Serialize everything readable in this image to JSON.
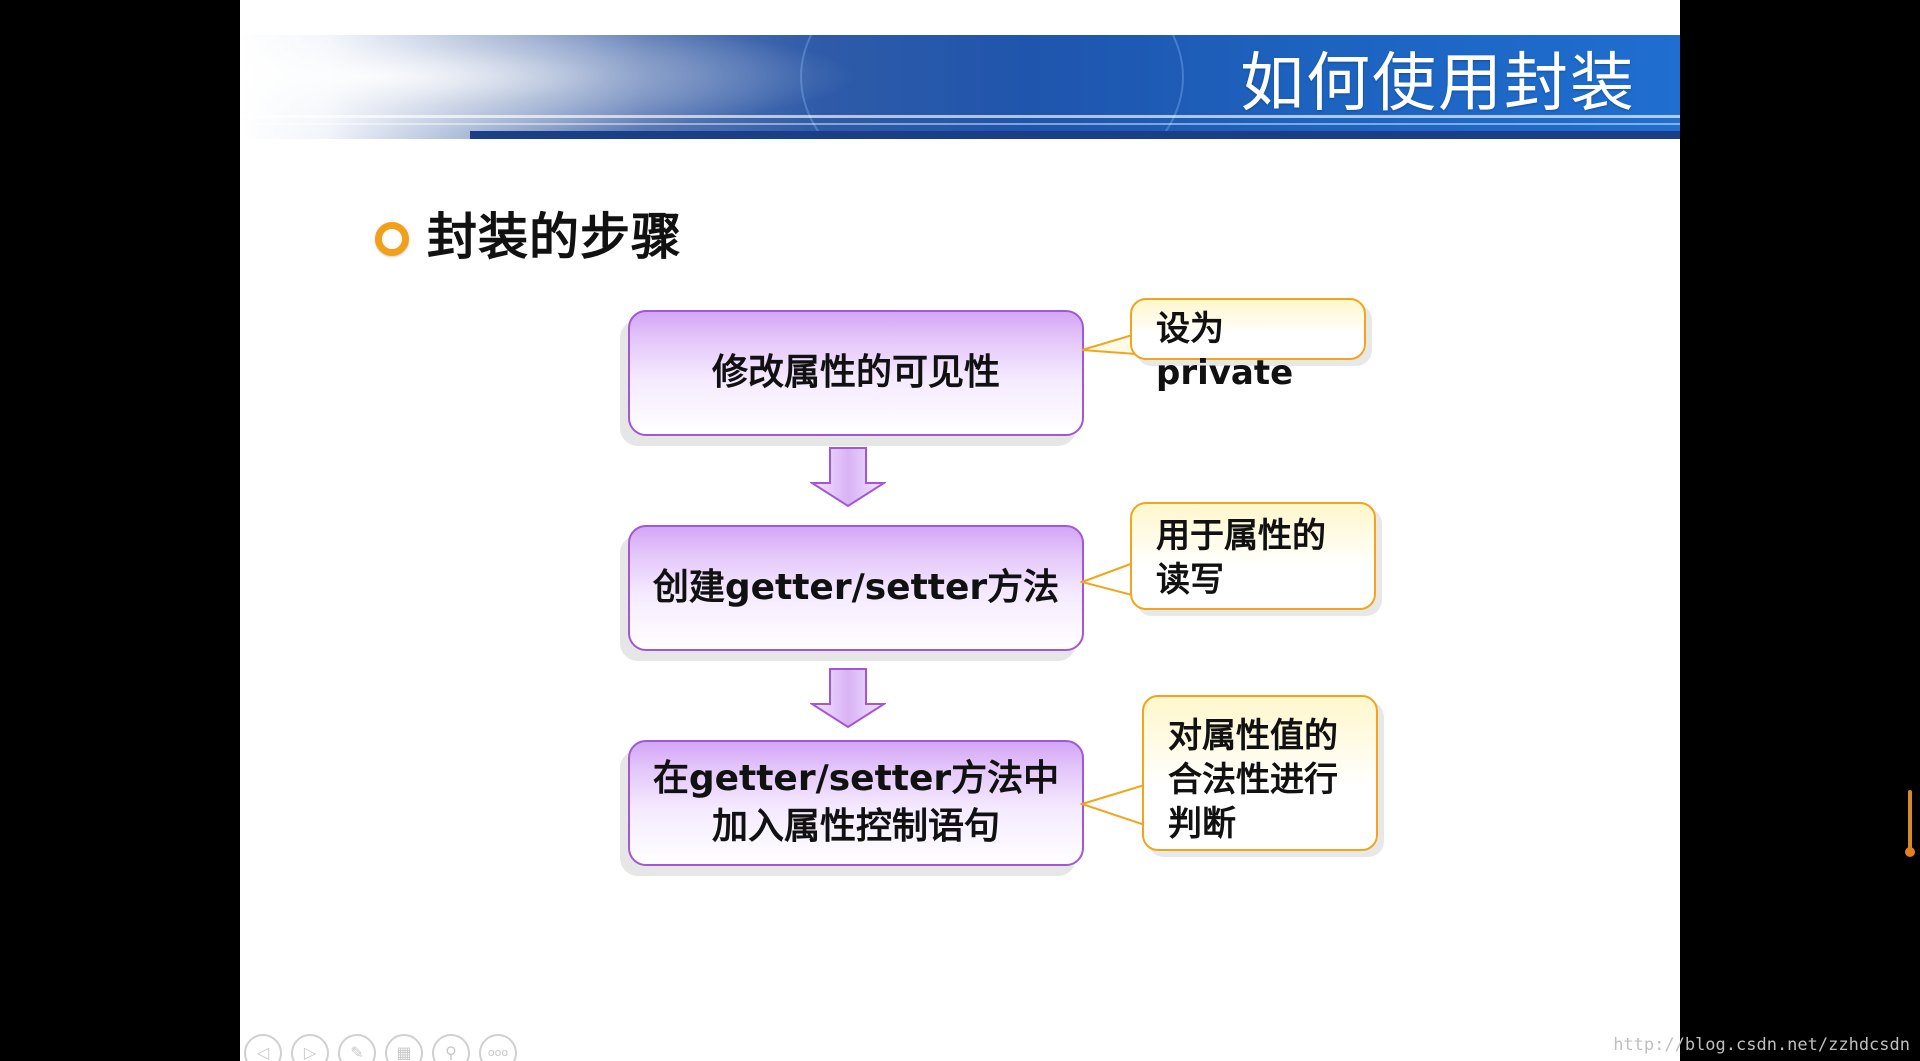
{
  "header": {
    "title": "如何使用封装"
  },
  "section": {
    "title": "封装的步骤"
  },
  "steps": [
    {
      "label": "修改属性的可见性"
    },
    {
      "label": "创建getter/setter方法"
    },
    {
      "line1": "在getter/setter方法中",
      "line2": "加入属性控制语句"
    }
  ],
  "callouts": [
    {
      "text": "设为private"
    },
    {
      "line1": "用于属性的",
      "line2": "读写"
    },
    {
      "line1": "对属性值的",
      "line2": "合法性进行",
      "line3": "判断"
    }
  ],
  "nav": {
    "prev_icon": "◁",
    "next_icon": "▷",
    "pen_icon": "✎",
    "grid_icon": "▦",
    "zoom_icon": "⚲",
    "more_icon": "ooo"
  },
  "watermark": "http://blog.csdn.net/zzhdcsdn",
  "colors": {
    "banner_blue": "#1f55ad",
    "step_border": "#a257d6",
    "callout_border": "#f2a51c",
    "bullet": "#f2a01c"
  }
}
